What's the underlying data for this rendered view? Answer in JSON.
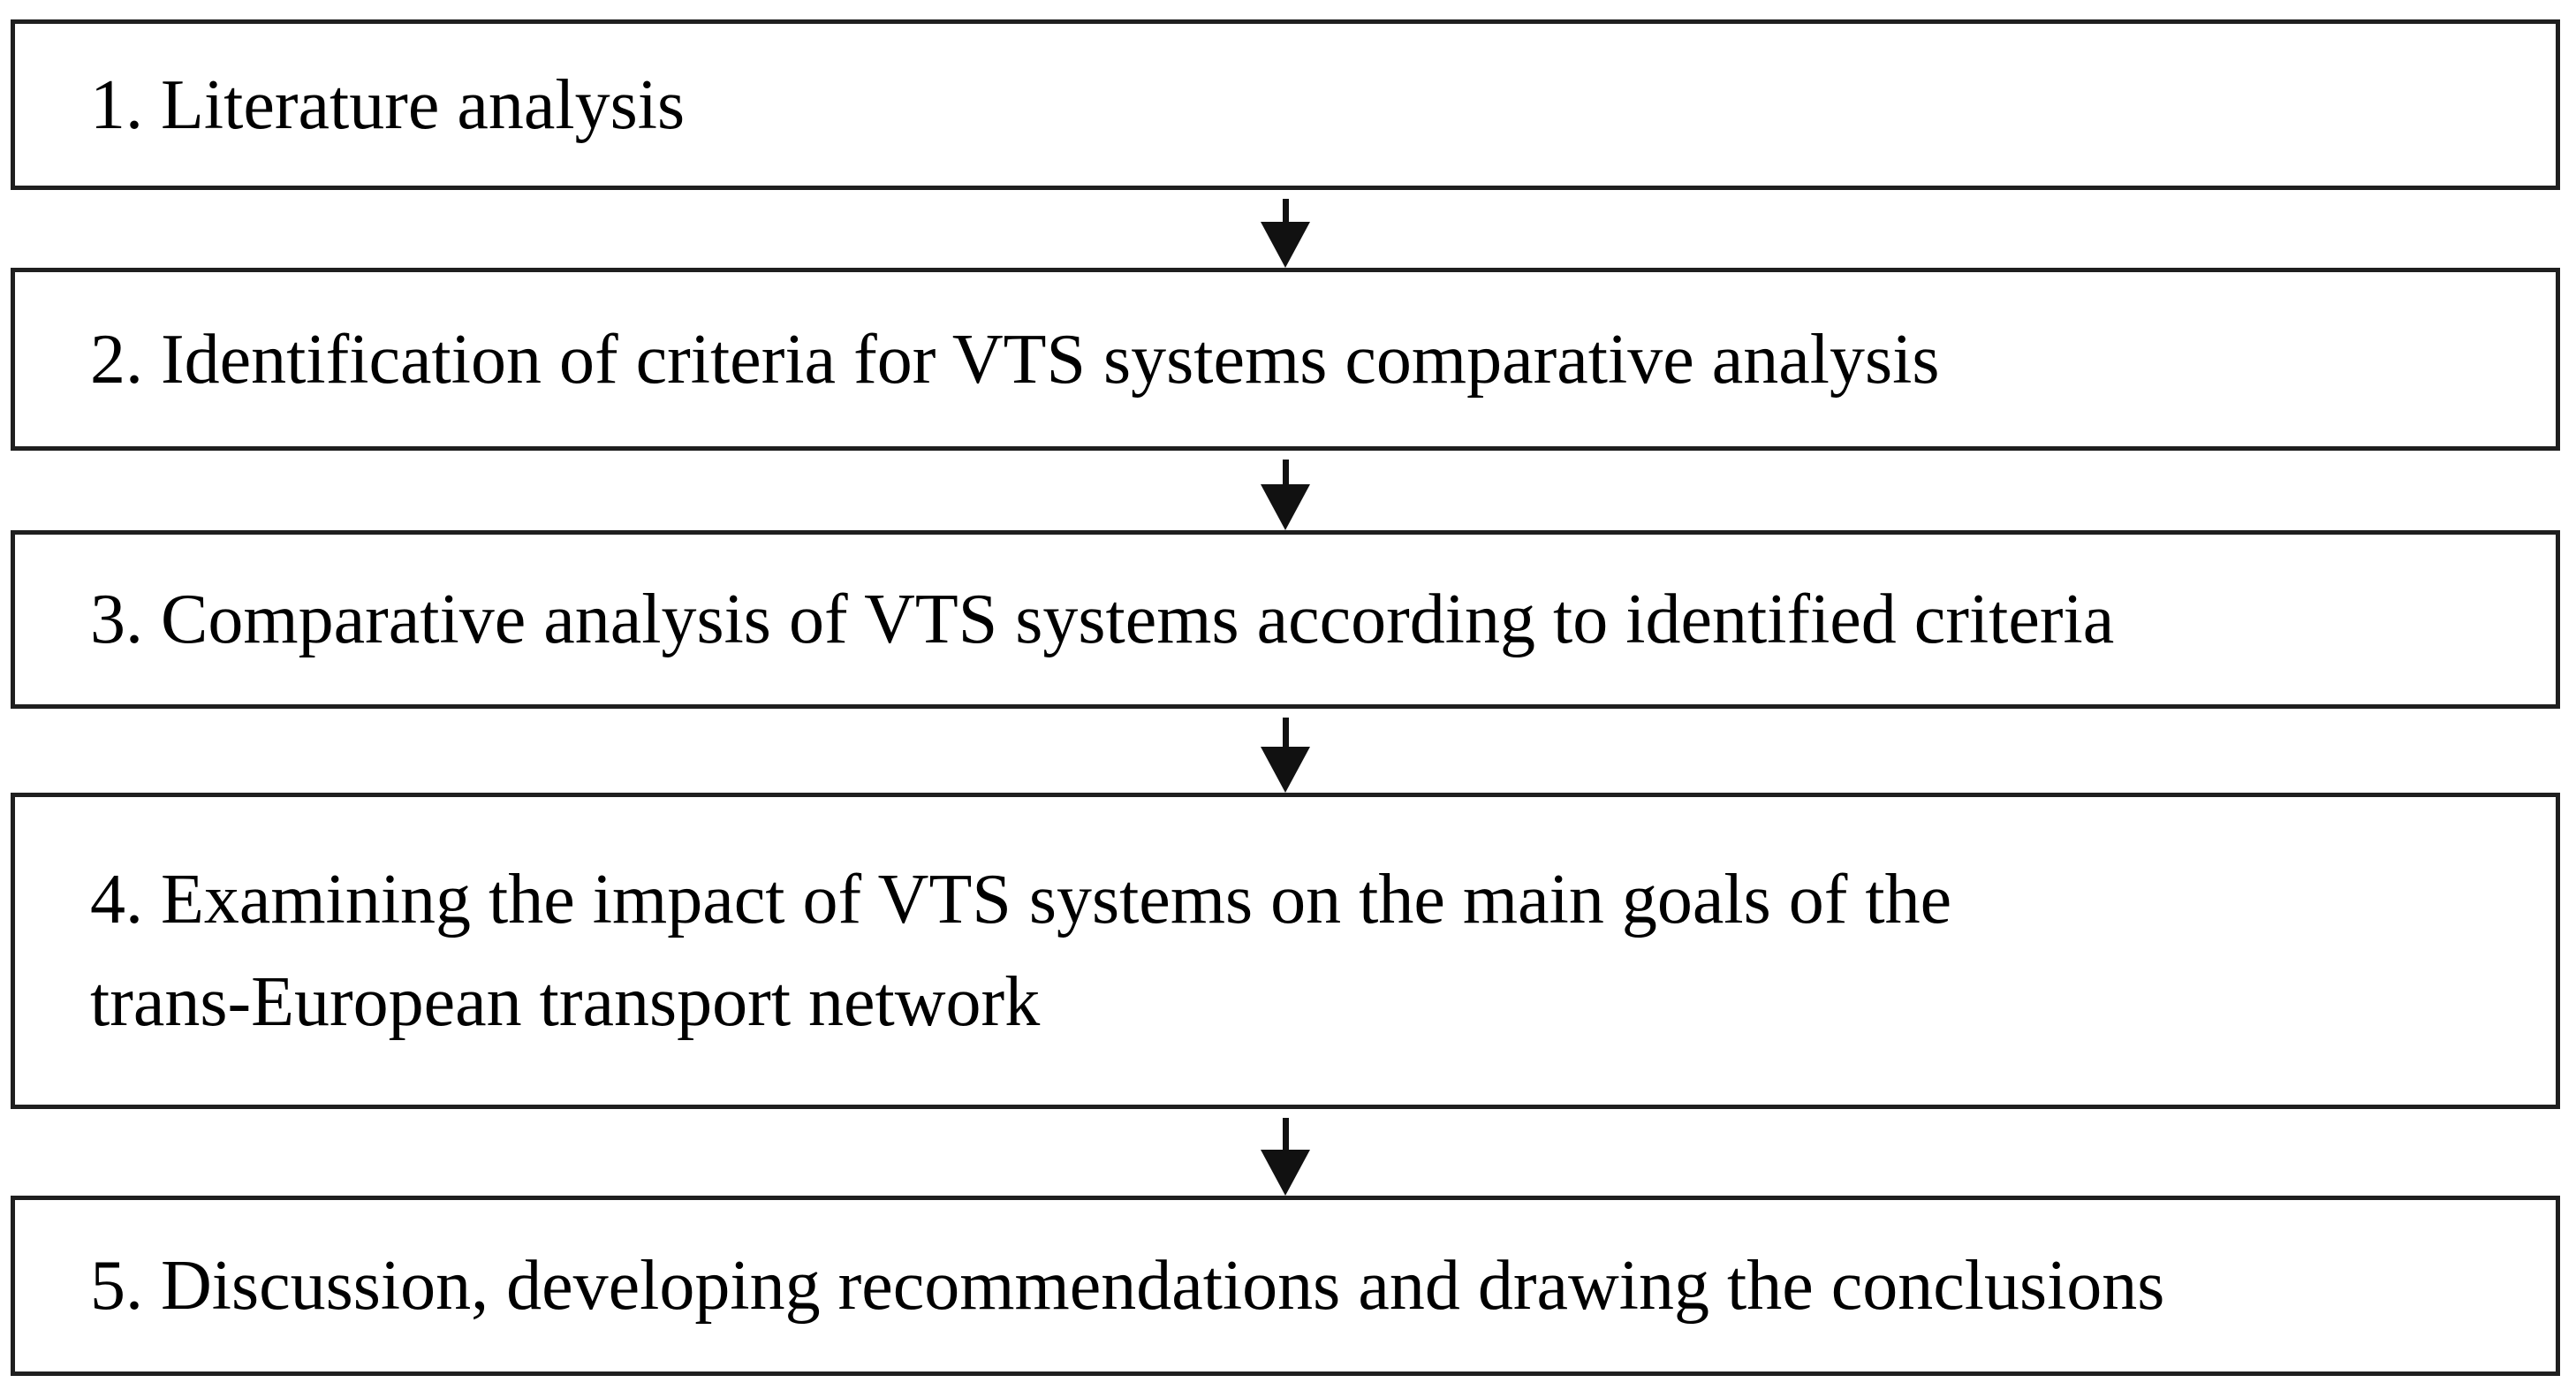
{
  "diagram": {
    "type": "flowchart",
    "background_color": "#ffffff",
    "box_border_color": "#1f1f1f",
    "text_color": "#000000",
    "arrow_color": "#111111",
    "connector_icon": "arrow-down",
    "connector_count": 4,
    "steps": [
      {
        "lines": [
          "1. Literature analysis"
        ]
      },
      {
        "lines": [
          "2. Identification of criteria for VTS systems comparative analysis"
        ]
      },
      {
        "lines": [
          "3. Comparative analysis of VTS systems according to identified criteria"
        ]
      },
      {
        "lines": [
          "4. Examining the impact of VTS systems on the main goals of the",
          "trans-European transport network"
        ]
      },
      {
        "lines": [
          "5. Discussion, developing recommendations and drawing the conclusions"
        ]
      }
    ]
  }
}
